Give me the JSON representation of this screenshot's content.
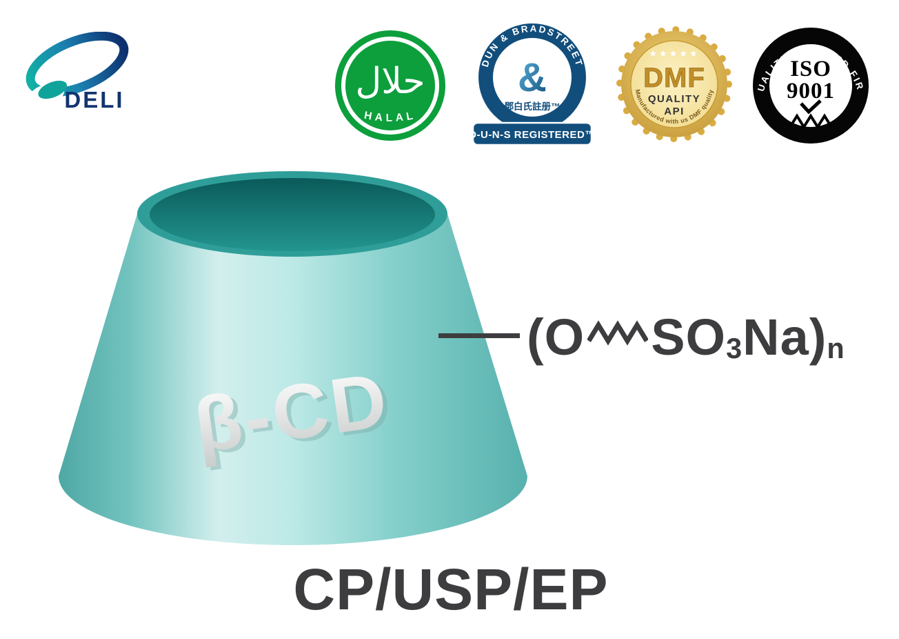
{
  "logo": {
    "name": "DELI"
  },
  "badges": {
    "halal": {
      "arabic": "حلال",
      "label": "HALAL"
    },
    "dnb": {
      "arc": "DUN & BRADSTREET",
      "mark": "&",
      "cn": "鄧白氏註册™",
      "banner": "D-U-N-S REGISTERED™"
    },
    "dmf": {
      "stars": "★★★★★",
      "title": "DMF",
      "line1": "QUALITY",
      "line2": "API",
      "arc": "Manufactured with us DMF quality"
    },
    "iso": {
      "arc": "QUALITY ASSURED FIRM",
      "line1": "ISO",
      "line2": "9001"
    }
  },
  "cone": {
    "label": "β-CD"
  },
  "formula": {
    "part1": "(O",
    "part2": "SO",
    "sub1": "3",
    "part3": "Na)",
    "subn": "n"
  },
  "footer": {
    "standards": "CP/USP/EP"
  },
  "colors": {
    "teal_body": "#57b1ad",
    "teal_light": "#d2efed",
    "teal_dark_opening": "#0a5a59",
    "halal_green": "#0c9f3c",
    "dnb_navy": "#124e7c",
    "dmf_gold": "#d8a43c",
    "iso_black": "#060606",
    "text_dark": "#3d3d40",
    "logo_navy": "#12356f"
  }
}
